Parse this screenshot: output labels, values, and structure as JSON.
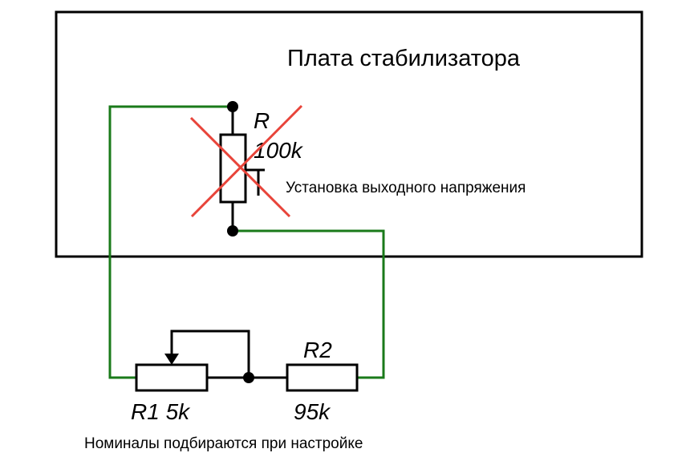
{
  "board": {
    "title": "Плата стабилизатора"
  },
  "resistor_r": {
    "name": "R",
    "value": "100k",
    "adjust_note": "Установка выходного напряжения"
  },
  "resistor_r1": {
    "label": "R1 5k"
  },
  "resistor_r2": {
    "name": "R2",
    "value": "95k"
  },
  "footer": {
    "note": "Номиналы подбираются при настройке"
  },
  "colors": {
    "wire": "#1a7a1a",
    "cross": "#e8443a",
    "outline": "#000000"
  }
}
